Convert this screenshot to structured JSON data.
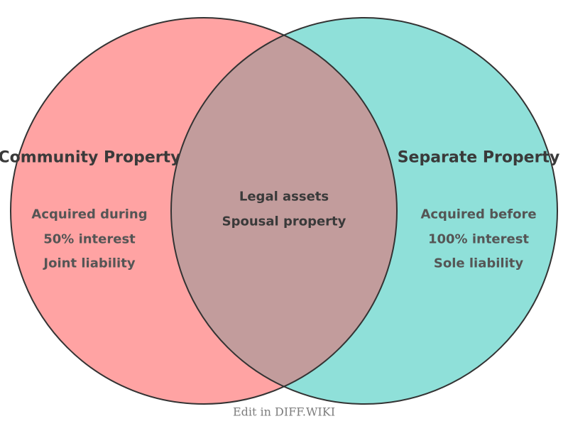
{
  "diagram": {
    "type": "venn-2-set",
    "left_set": {
      "title": "Community Property",
      "items": [
        "Acquired during",
        "50% interest",
        "Joint liability"
      ]
    },
    "right_set": {
      "title": "Separate Property",
      "items": [
        "Acquired before",
        "100% interest",
        "Sole liability"
      ]
    },
    "intersection": {
      "items": [
        "Legal assets",
        "Spousal property"
      ]
    },
    "footer": "Edit in DIFF.WIKI"
  },
  "colors": {
    "left_fill": "#FFA3A3",
    "right_fill": "#8FE0D9",
    "overlap_fill": "#C29C9C",
    "outline": "#333333",
    "title_text": "#3A3A3A",
    "item_text": "#555555",
    "footer_text": "#7D7D7D",
    "background": "#FFFFFF"
  }
}
